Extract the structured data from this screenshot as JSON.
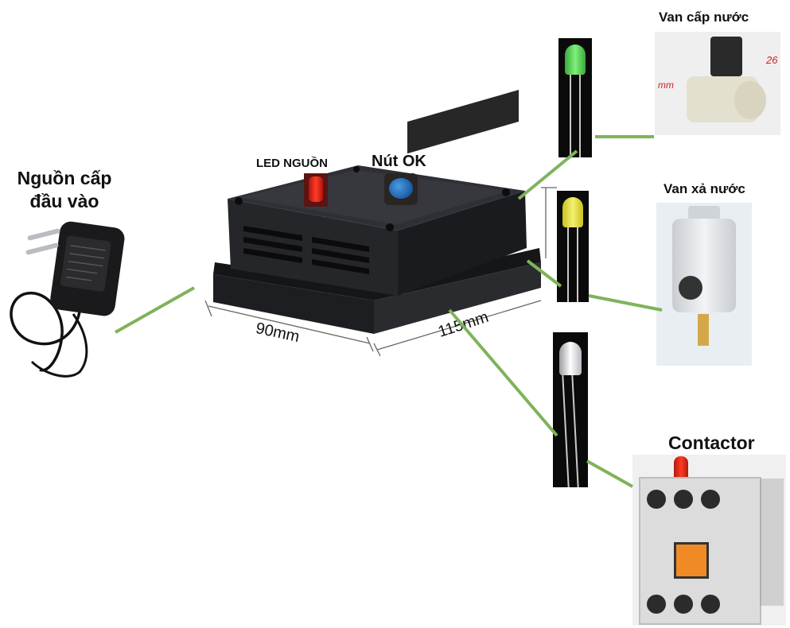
{
  "labels": {
    "power_input_line1": "Nguồn cấp",
    "power_input_line2": "đầu vào",
    "led_power": "LED NGUỒN",
    "ok_button": "Nút OK",
    "water_inlet_valve": "Van cấp nước",
    "water_drain_valve": "Van xả nước",
    "contactor": "Contactor"
  },
  "dimensions": {
    "width": "90mm",
    "length": "115mm"
  },
  "valve_marks": {
    "left": "mm",
    "right": "26"
  },
  "colors": {
    "connector_line": "#7fb35a",
    "enclosure": "#222428",
    "led_green": "#5fd35a",
    "led_yellow": "#e6e23a",
    "led_clear": "#e8e8ec",
    "led_red": "#e2231a",
    "contactor_body": "#e6e6e6",
    "contactor_accent": "#f08a24"
  }
}
